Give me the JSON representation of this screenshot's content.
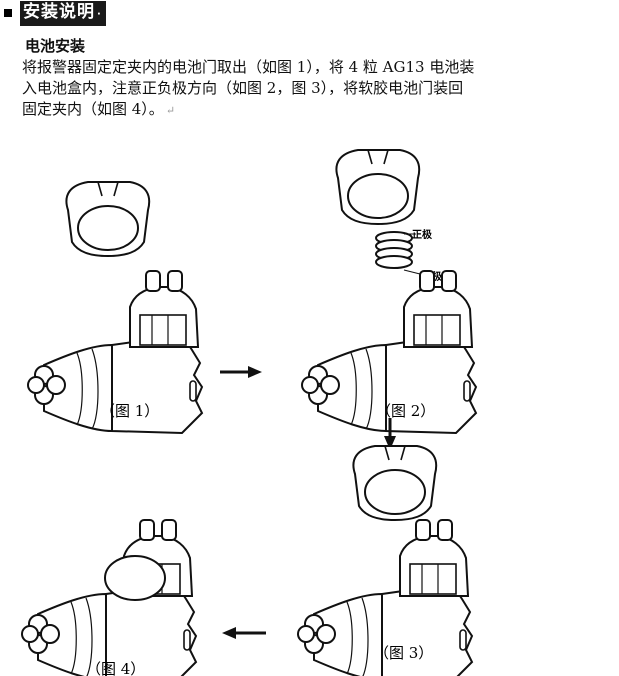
{
  "section": {
    "title": "安装说明",
    "title_dot": "·"
  },
  "battery": {
    "heading": "电池安装",
    "lines": [
      "将报警器固定定夹内的电池门取出（如图 1），将 4 粒 AG13 电池装",
      "入电池盒内，注意正负极方向（如图 2，图 3），将软胶电池门装回",
      "固定夹内（如图 4）。"
    ],
    "return_mark": "↵"
  },
  "figures": {
    "fig1": "（图  1）",
    "fig2": "（图  2）",
    "fig3": "（图  3）",
    "fig4": "（图  4）",
    "positive_label": "正极",
    "negative_label": "负极"
  },
  "colors": {
    "ink": "#111111",
    "title_bg": "#1a1a1a",
    "fill": "#ffffff"
  }
}
